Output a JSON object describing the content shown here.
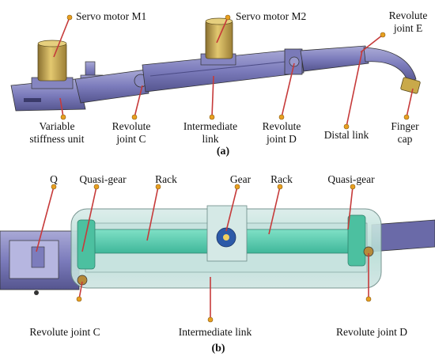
{
  "panel_a": {
    "label": "(a)",
    "servo_m1": "Servo motor M1",
    "servo_m2": "Servo motor M2",
    "revolute_e_line1": "Revolute",
    "revolute_e_line2": "joint E",
    "variable_line1": "Variable",
    "variable_line2": "stiffness unit",
    "revolute_c_line1": "Revolute",
    "revolute_c_line2": "joint C",
    "intermediate_line1": "Intermediate",
    "intermediate_line2": "link",
    "revolute_d_line1": "Revolute",
    "revolute_d_line2": "joint D",
    "distal_link": "Distal link",
    "finger_line1": "Finger",
    "finger_line2": "cap"
  },
  "panel_b": {
    "label": "(b)",
    "q": "Q",
    "quasi_gear_left": "Quasi-gear",
    "rack_left": "Rack",
    "gear": "Gear",
    "rack_right": "Rack",
    "quasi_gear_right": "Quasi-gear",
    "revolute_c": "Revolute joint C",
    "intermediate_link": "Intermediate link",
    "revolute_d": "Revolute joint D"
  },
  "colors": {
    "pointer": "#c63a3a",
    "dot": "#e8a020",
    "metal": "#6f6fb0",
    "motor": "#c9a94a",
    "translucent": "#b9dcd6"
  }
}
